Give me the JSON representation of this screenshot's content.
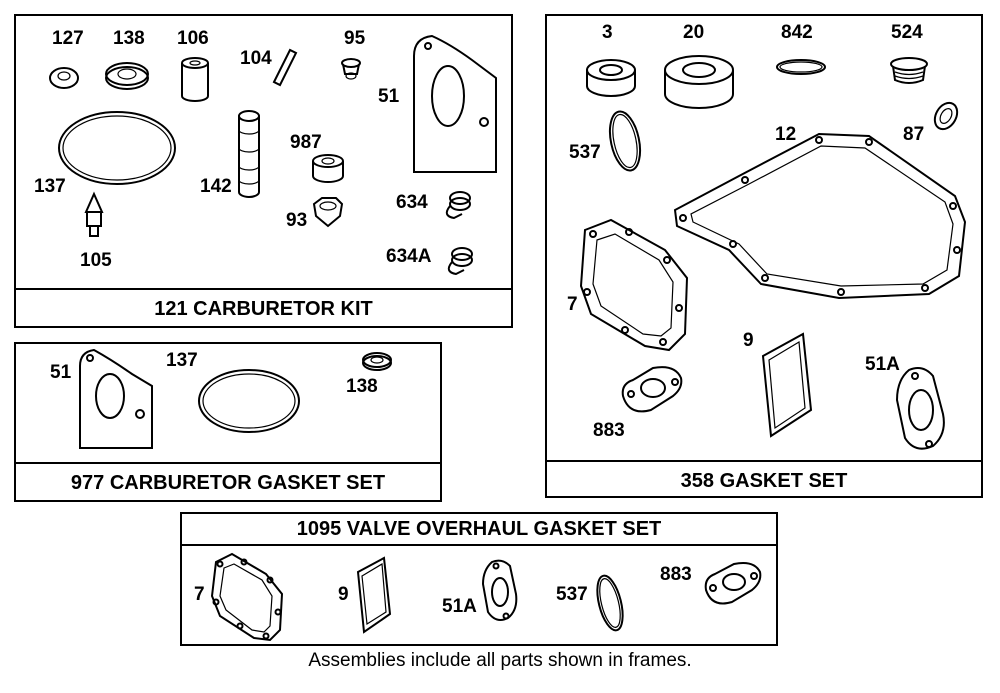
{
  "carb_kit": {
    "title": "121 CARBURETOR KIT",
    "labels": {
      "p127": "127",
      "p138": "138",
      "p106": "106",
      "p104": "104",
      "p95": "95",
      "p51": "51",
      "p137": "137",
      "p142": "142",
      "p987": "987",
      "p93": "93",
      "p634": "634",
      "p634a": "634A",
      "p105": "105"
    }
  },
  "carb_gasket": {
    "title": "977 CARBURETOR GASKET SET",
    "labels": {
      "p51": "51",
      "p137": "137",
      "p138": "138"
    }
  },
  "gasket_set": {
    "title": "358 GASKET SET",
    "labels": {
      "p3": "3",
      "p20": "20",
      "p842": "842",
      "p524": "524",
      "p537": "537",
      "p12": "12",
      "p87": "87",
      "p7": "7",
      "p9": "9",
      "p51a": "51A",
      "p883": "883"
    }
  },
  "valve_set": {
    "title": "1095 VALVE OVERHAUL GASKET SET",
    "labels": {
      "p7": "7",
      "p9": "9",
      "p51a": "51A",
      "p537": "537",
      "p883": "883"
    }
  },
  "footnote": "Assemblies include all parts shown in frames."
}
